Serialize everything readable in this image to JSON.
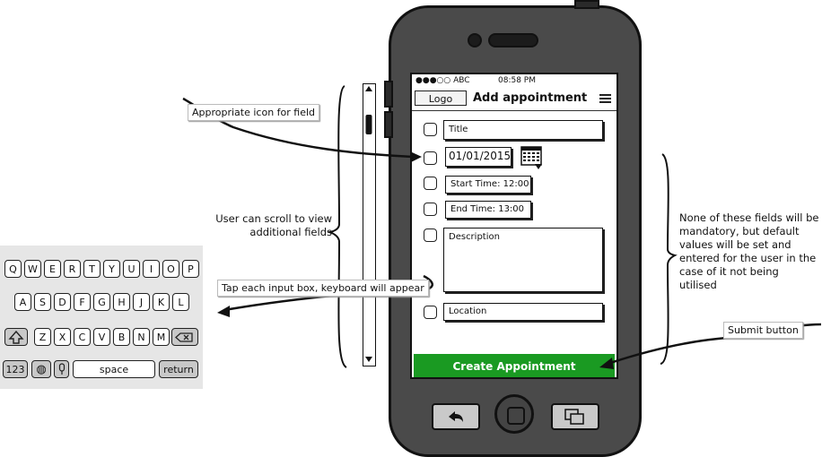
{
  "status_bar": {
    "carrier": "●●●○○ ABC",
    "time": "08:58 PM"
  },
  "nav": {
    "logo_label": "Logo",
    "title": "Add appointment"
  },
  "form": {
    "title_placeholder": "Title",
    "date_value": "01/01/2015",
    "start_time": "Start Time: 12:00",
    "end_time": "End Time: 13:00",
    "description_placeholder": "Description",
    "location_placeholder": "Location"
  },
  "submit": {
    "label": "Create Appointment"
  },
  "annotations": {
    "icon_note": "Appropriate icon for field",
    "scroll_note_line1": "User can scroll to view",
    "scroll_note_line2": "additional fields",
    "keyboard_note": "Tap each input box, keyboard will appear",
    "fields_note_1": "None of these fields will be",
    "fields_note_2": "mandatory, but default",
    "fields_note_3": "values will be set and",
    "fields_note_4": "entered for the user in the",
    "fields_note_5": "case of it not being",
    "fields_note_6": "utilised",
    "submit_note": "Submit button"
  },
  "keyboard": {
    "row1": [
      "Q",
      "W",
      "E",
      "R",
      "T",
      "Y",
      "U",
      "I",
      "O",
      "P"
    ],
    "row2": [
      "A",
      "S",
      "D",
      "F",
      "G",
      "H",
      "J",
      "K",
      "L"
    ],
    "row3": [
      "Z",
      "X",
      "C",
      "V",
      "B",
      "N",
      "M"
    ],
    "numbers_key": "123",
    "space_key": "space",
    "return_key": "return"
  },
  "colors": {
    "accent_green": "#1a9a22",
    "phone_body": "#4a4a4a"
  }
}
